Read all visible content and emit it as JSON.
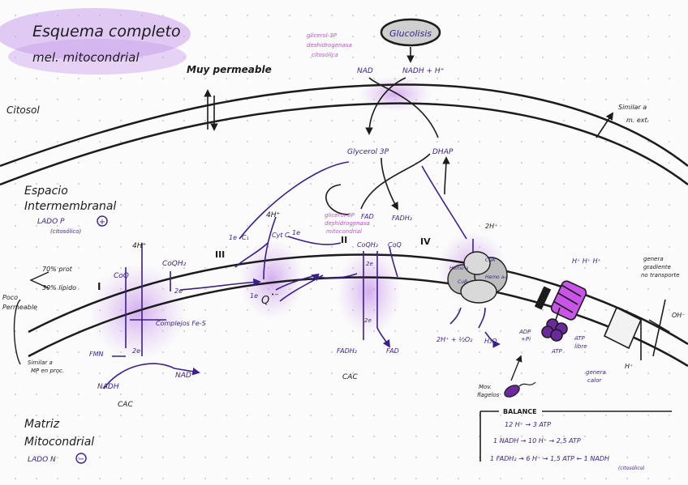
{
  "title": {
    "line1": "Esquema completo",
    "line2": "mel. mitocondrial"
  },
  "regions": {
    "citosol": "Citosol",
    "espacio1": "Espacio",
    "espacio2": "Intermembranal",
    "lado_p": "LADO P",
    "lado_p_sign": "+",
    "lado_p_sub": "(citosólico)",
    "matriz1": "Matriz",
    "matriz2": "Mitocondrial",
    "lado_n": "LADO N",
    "lado_n_sign": "−"
  },
  "annotations": {
    "muy_permeable": "Muy permeable",
    "similar_ae": "Similar a",
    "similar_ae2": "m. ext.",
    "poco1": "Poco",
    "poco2": "Permeable",
    "pct_prot": "70% prot",
    "pct_lip": "30% lípido",
    "similar_mp1": "Similar a",
    "similar_mp2": "MP en proc.",
    "genera1": "genera",
    "genera2": "gradiente",
    "genera3": "no transporte",
    "genera_calor1": "genera",
    "genera_calor2": "calor",
    "flagelos1": "Mov.",
    "flagelos2": "flagelos"
  },
  "glycolysis": {
    "label": "Glucolisis",
    "enzyme1": "glicerol-3P",
    "enzyme2": "deshidrogenasa",
    "enzyme3": "citosólica",
    "nad": "NAD",
    "nadh": "NADH + H⁺",
    "glycerol3p": "Glycerol 3P",
    "dhap": "DHAP",
    "enzyme_mito1": "glicerol-3P",
    "enzyme_mito2": "deshidrogenasa",
    "enzyme_mito3": "mitocondrial",
    "fad": "FAD",
    "fadh2": "FADH₂"
  },
  "complexes": {
    "c1_roman": "I",
    "c3_roman": "III",
    "c2_roman": "II",
    "c4_roman": "IV",
    "coq": "CoQ",
    "coqh2": "CoQH₂",
    "fe_s": "Complejos Fe-S",
    "fmn": "FMN",
    "nadh": "NADH",
    "nad": "NAD⁺",
    "cac": "CAC",
    "e2_c1": "2e",
    "e2_c1b": "2e",
    "h4_c1": "4H⁺",
    "h4_c3": "4H⁺",
    "q": "Q",
    "q_sup": "•−",
    "e1a": "1e",
    "cyt_c1": "C₁",
    "cyt_c": "Cyt C",
    "e1b": "1e",
    "e1c": "1e",
    "cqh2_c2": "CoQH₂",
    "coq_c2": "CoQ",
    "e2_c2": "2e",
    "e2_c2b": "2e",
    "fadh2_c2": "FADH₂",
    "fad_c2": "FAD",
    "cac_c2": "CAC",
    "h2_c4": "2H⁺",
    "hemo_a": "Hemo a",
    "cu_a": "CuA",
    "hemo_a3": "Hemo a₃",
    "cu_b": "CuB",
    "water_left": "2H⁺ + ½O₂",
    "water_right": "H₂O"
  },
  "atp": {
    "h_top": "H⁺ H⁺ H⁺",
    "adp": "ADP",
    "pi": "+Pi",
    "atp_libre1": "ATP",
    "atp_libre2": "libre",
    "atp_bound": "ATP",
    "h_left_bottom": "H⁺",
    "oh": "OH⁻",
    "h_right": "H⁺"
  },
  "balance": {
    "title": "BALANCE",
    "line1": "12 H⁺ → 3 ATP",
    "line2": "1 NADH → 10 H⁺ → 2,5 ATP",
    "line3": "1 FADH₂ → 6 H⁺ → 1,5 ATP ← 1 NADH",
    "line3_sub": "(citosólico)"
  },
  "colors": {
    "ink": "#1c1c1c",
    "purple": "#3b1f8f",
    "violet": "#9b3fe0",
    "highlight": "#d9b6f0",
    "pink": "#c050d8"
  }
}
